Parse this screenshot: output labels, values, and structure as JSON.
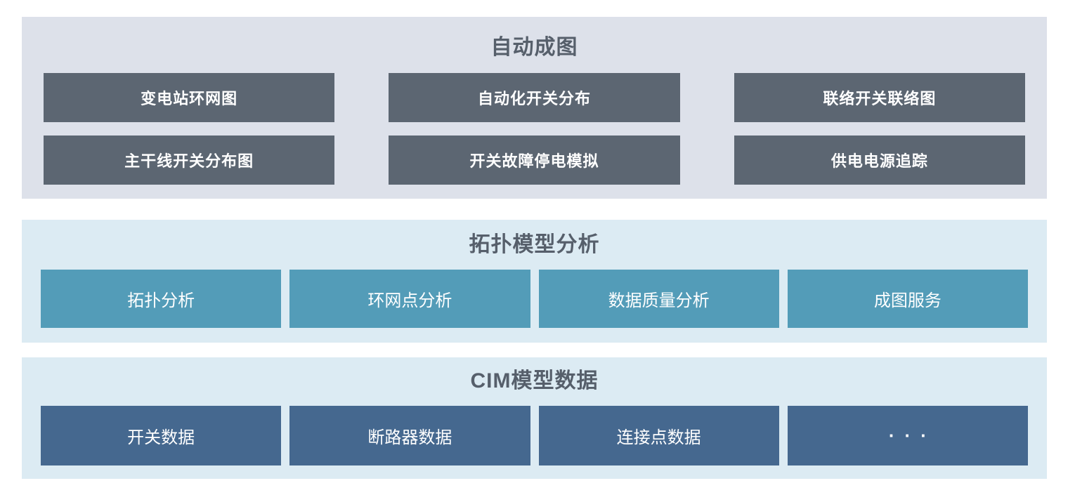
{
  "sections": {
    "auto_diagram": {
      "title": "自动成图",
      "buttons": [
        "变电站环网图",
        "自动化开关分布",
        "联络开关联络图",
        "主干线开关分布图",
        "开关故障停电模拟",
        "供电电源追踪"
      ]
    },
    "topology": {
      "title": "拓扑模型分析",
      "buttons": [
        "拓扑分析",
        "环网点分析",
        "数据质量分析",
        "成图服务"
      ]
    },
    "cim": {
      "title": "CIM模型数据",
      "buttons": [
        "开关数据",
        "断路器数据",
        "连接点数据",
        "···"
      ]
    }
  },
  "colors": {
    "page_bg": "#ffffff",
    "auto_diagram_bg": "#dde1ea",
    "auto_diagram_block": "#5c6672",
    "lower_section_bg": "#dcebf3",
    "topology_block": "#539cb8",
    "cim_block": "#45688f",
    "title_text": "#565f6b",
    "block_text": "#ffffff"
  }
}
